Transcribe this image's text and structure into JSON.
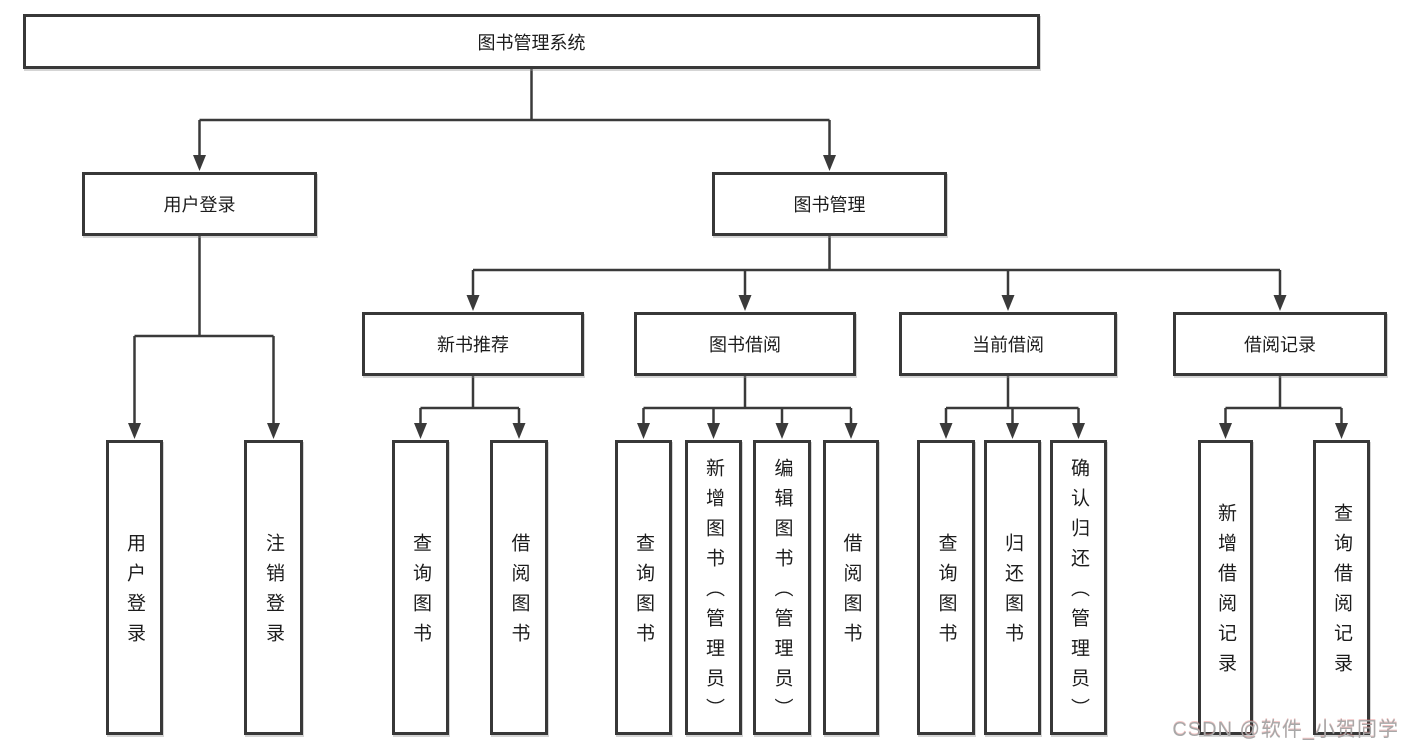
{
  "tree": {
    "label": "图书管理系统",
    "children": [
      {
        "label": "用户登录",
        "children": [
          {
            "label": "用户登录"
          },
          {
            "label": "注销登录"
          }
        ]
      },
      {
        "label": "图书管理",
        "children": [
          {
            "label": "新书推荐",
            "children": [
              {
                "label": "查询图书"
              },
              {
                "label": "借阅图书"
              }
            ]
          },
          {
            "label": "图书借阅",
            "children": [
              {
                "label": "查询图书"
              },
              {
                "label": "新增图书（管理员）"
              },
              {
                "label": "编辑图书（管理员）"
              },
              {
                "label": "借阅图书"
              }
            ]
          },
          {
            "label": "当前借阅",
            "children": [
              {
                "label": "查询图书"
              },
              {
                "label": "归还图书"
              },
              {
                "label": "确认归还（管理员）"
              }
            ]
          },
          {
            "label": "借阅记录",
            "children": [
              {
                "label": "新增借阅记录"
              },
              {
                "label": "查询借阅记录"
              }
            ]
          }
        ]
      }
    ]
  },
  "watermark": {
    "text": "CSDN @软件_小贺同学"
  },
  "colors": {
    "background": "#ffffff",
    "line": "#3a3a3a",
    "box_border": "#383838",
    "text": "#1c1c1c",
    "watermark_text": "#a8a8a8"
  }
}
